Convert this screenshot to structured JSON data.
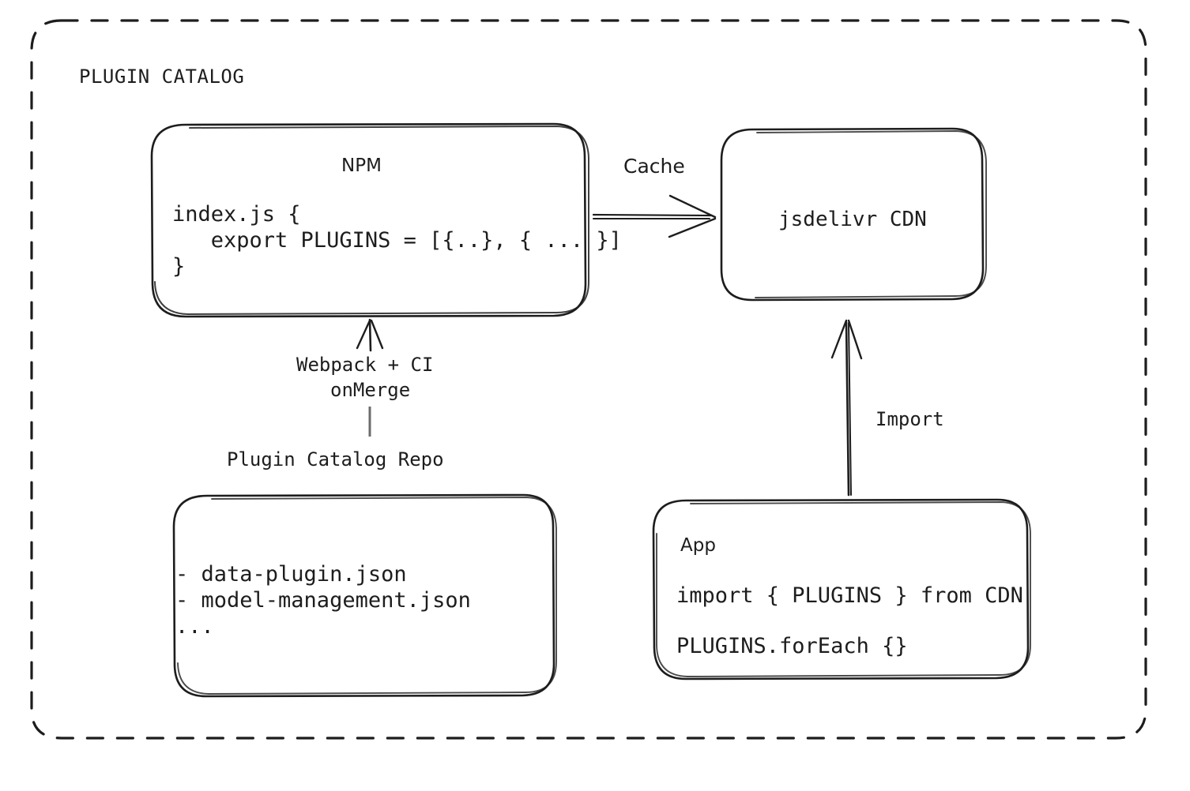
{
  "diagram": {
    "type": "architecture-flow",
    "container": {
      "label": "PLUGIN CATALOG",
      "style": "dashed-rounded-rect"
    },
    "colors": {
      "stroke": "#1d1d1d",
      "text": "#1d1d1d",
      "background": "#ffffff"
    },
    "nodes": {
      "npm": {
        "title": "NPM",
        "code_lines": [
          "index.js {",
          "   export PLUGINS = [{..}, { ... }]",
          "}"
        ]
      },
      "cdn": {
        "title": "jsdelivr CDN"
      },
      "repo": {
        "outside_label": "Plugin Catalog Repo",
        "lines": [
          "- data-plugin.json",
          "- model-management.json",
          "..."
        ]
      },
      "app": {
        "title": "App",
        "code_lines": [
          "import { PLUGINS } from CDN",
          "PLUGINS.forEach {}"
        ]
      }
    },
    "edges": {
      "npm_to_cdn": {
        "label": "Cache",
        "from": "npm",
        "to": "cdn",
        "direction": "right"
      },
      "repo_to_npm": {
        "label_line1": "Webpack + CI",
        "label_line2": "onMerge",
        "from": "repo",
        "to": "npm",
        "direction": "up"
      },
      "app_to_cdn": {
        "label": "Import",
        "from": "app",
        "to": "cdn",
        "direction": "up"
      }
    }
  }
}
